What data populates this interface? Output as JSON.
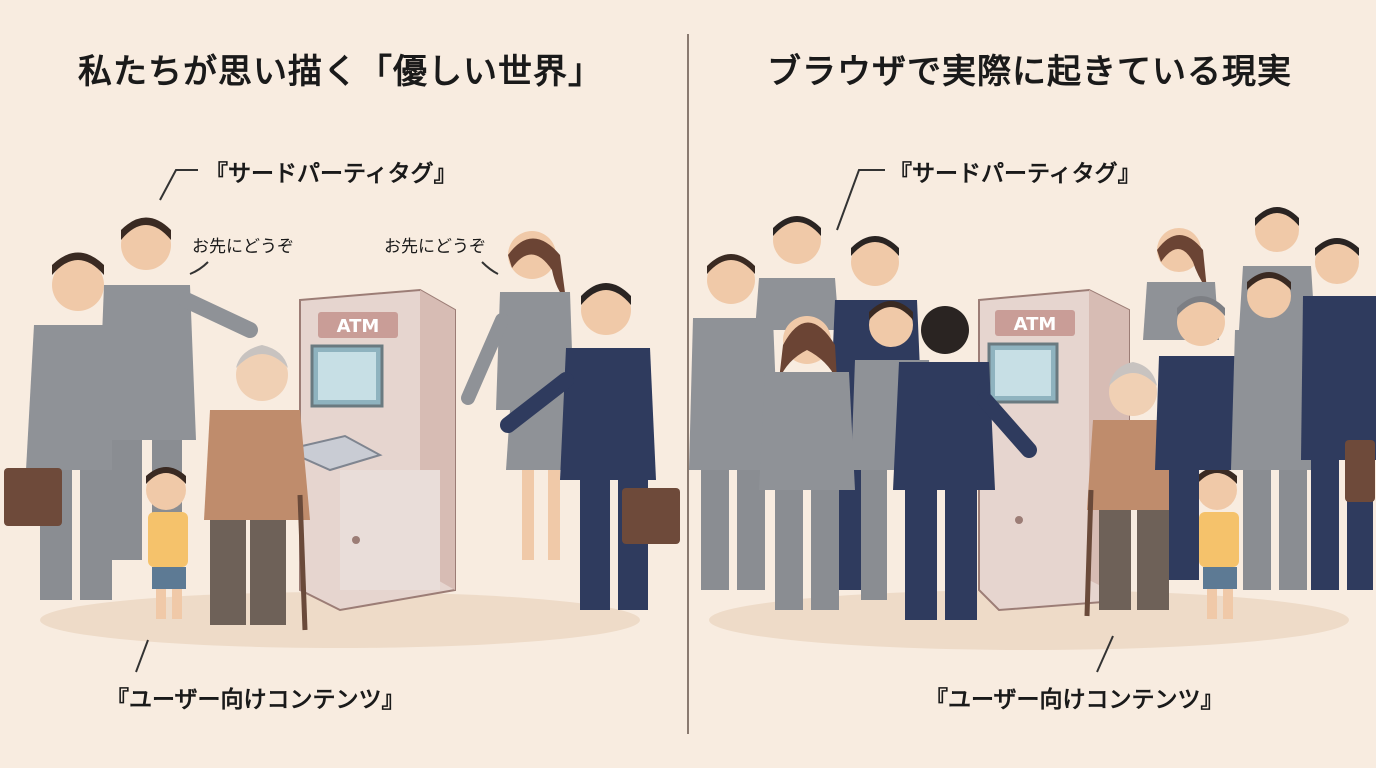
{
  "left": {
    "title": "私たちが思い描く「優しい世界」",
    "tag_label": "『サードパーティタグ』",
    "content_label": "『ユーザー向けコンテンツ』",
    "speech_1": "お先にどうぞ",
    "speech_2": "お先にどうぞ",
    "atm_sign": "ATM"
  },
  "right": {
    "title": "ブラウザで実際に起きている現実",
    "tag_label": "『サードパーティタグ』",
    "content_label": "『ユーザー向けコンテンツ』",
    "atm_sign": "ATM"
  },
  "colors": {
    "background": "#f8ece0",
    "suit_gray": "#8f9297",
    "suit_navy": "#2f3b5e",
    "atm_body": "#e6d5cf",
    "atm_frame": "#cda9a3"
  }
}
